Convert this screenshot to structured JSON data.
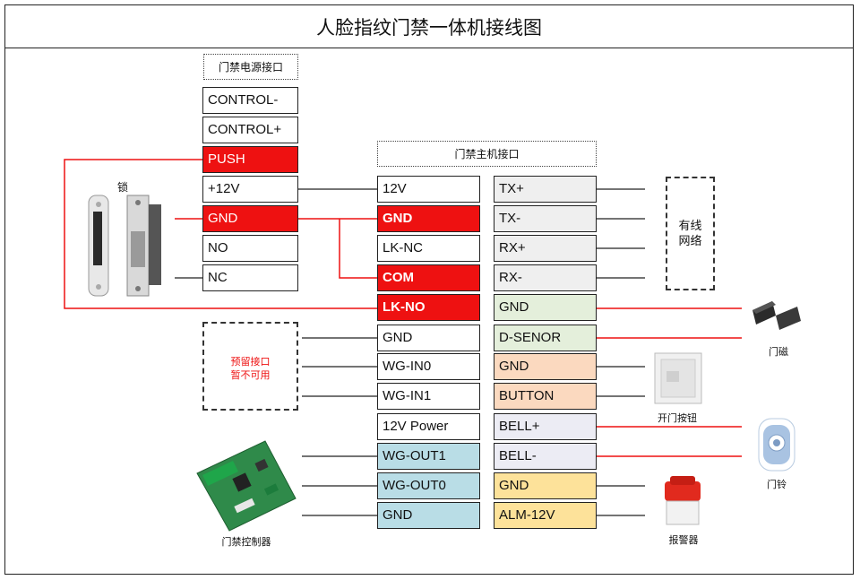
{
  "title": "人脸指纹门禁一体机接线图",
  "power_header": "门禁电源接口",
  "main_header": "门禁主机接口",
  "power_terminals": [
    "CONTROL-",
    "CONTROL+",
    "PUSH",
    "+12V",
    "GND",
    "NO",
    "NC"
  ],
  "main_left_terminals": [
    "12V",
    "GND",
    "LK-NC",
    "COM",
    "LK-NO",
    "GND",
    "WG-IN0",
    "WG-IN1",
    "12V Power",
    "WG-OUT1",
    "WG-OUT0",
    "GND"
  ],
  "main_right_terminals": [
    "TX+",
    "TX-",
    "RX+",
    "RX-",
    "GND",
    "D-SENOR",
    "GND",
    "BUTTON",
    "BELL+",
    "BELL-",
    "GND",
    "ALM-12V"
  ],
  "labels": {
    "lock": "锁",
    "network_line1": "有线",
    "network_line2": "网络",
    "reserved_line1": "预留接口",
    "reserved_line2": "暂不可用",
    "door_sensor": "门磁",
    "exit_button": "开门按钮",
    "doorbell": "门铃",
    "alarm": "报警器",
    "controller": "门禁控制器"
  },
  "colors": {
    "red": "#ee1111",
    "wire": "#222222",
    "gray": "#efefef",
    "green": "#e4efdb",
    "orange": "#fbd9bf",
    "lavender": "#ececf4",
    "blue": "#b9dde6",
    "yellow": "#fde29a"
  }
}
